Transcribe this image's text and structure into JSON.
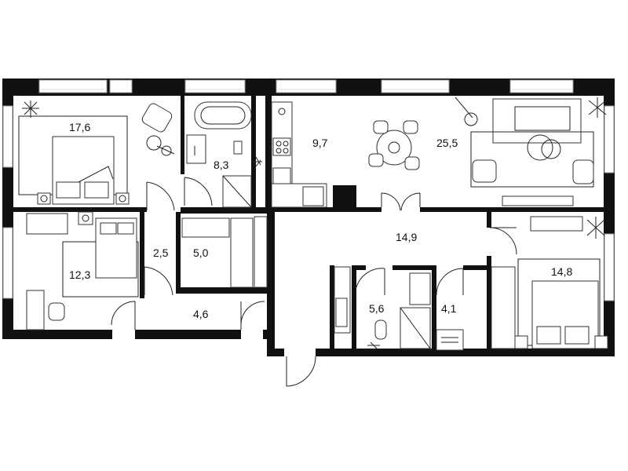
{
  "plan": {
    "rooms": [
      {
        "id": "bedroom-nw",
        "area": "17,6"
      },
      {
        "id": "bathroom-north",
        "area": "8,3"
      },
      {
        "id": "kitchen",
        "area": "9,7"
      },
      {
        "id": "living-room",
        "area": "25,5"
      },
      {
        "id": "bedroom-west",
        "area": "12,3"
      },
      {
        "id": "corridor-small",
        "area": "2,5"
      },
      {
        "id": "wardrobe",
        "area": "5,0"
      },
      {
        "id": "hall",
        "area": "14,9"
      },
      {
        "id": "entrance-hall",
        "area": "4,6"
      },
      {
        "id": "bathroom-center",
        "area": "5,6"
      },
      {
        "id": "laundry",
        "area": "4,1"
      },
      {
        "id": "bedroom-east",
        "area": "14,8"
      }
    ]
  },
  "colors": {
    "wall": "#111111",
    "line": "#333333",
    "window": "#999999"
  }
}
